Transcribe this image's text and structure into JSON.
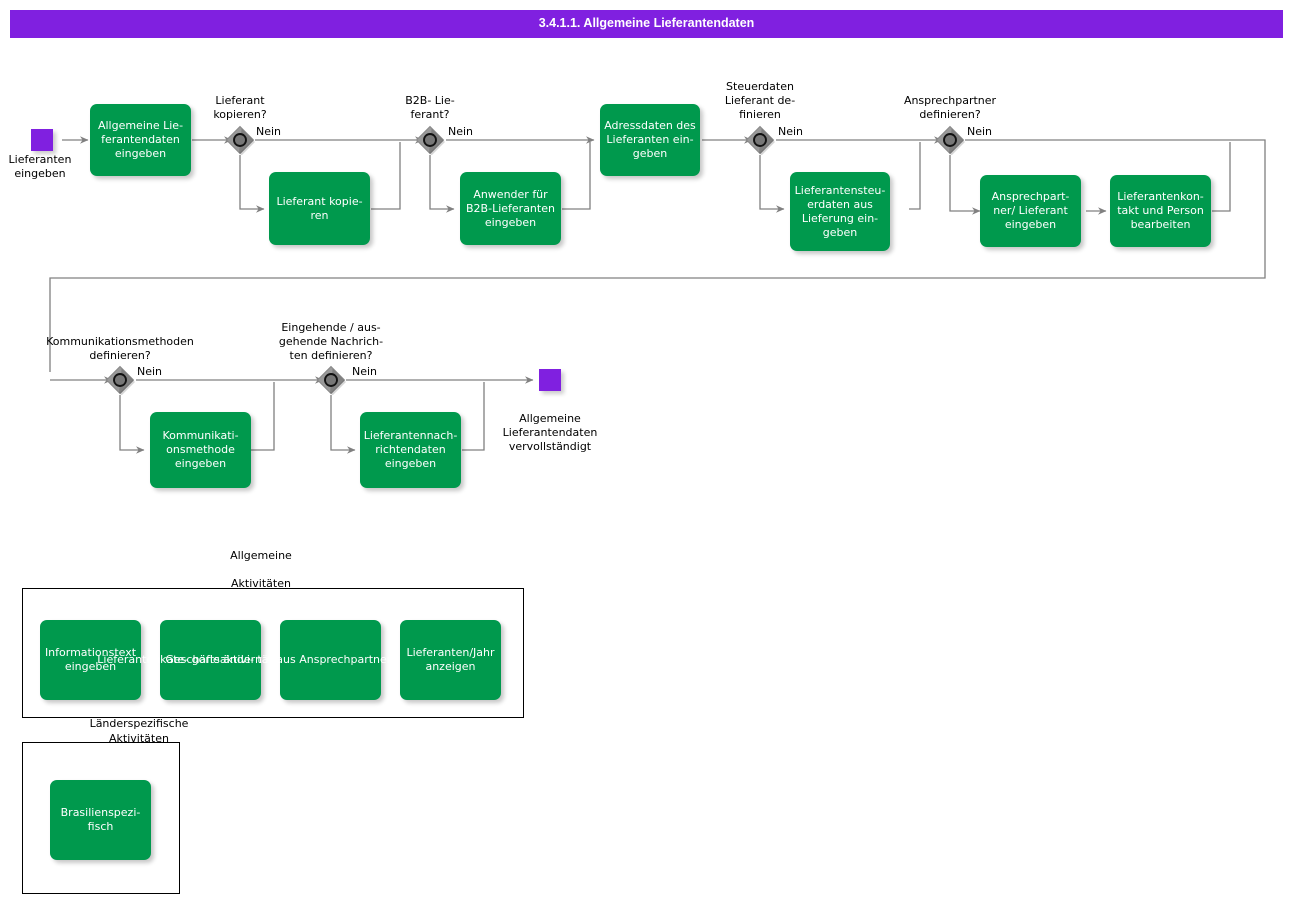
{
  "title": "3.4.1.1. Allgemeine Lieferantendaten",
  "colors": {
    "header": "#8020e0",
    "task": "#00994d",
    "event": "#8020e0",
    "gateway_fill": "#999999",
    "gateway_stroke": "#666666",
    "connector": "#808080",
    "text_dark": "#000000",
    "text_light": "#ffffff"
  },
  "events": {
    "start": {
      "label": "Lieferanten\neingeben"
    },
    "end": {
      "label": "Allgemeine\nLieferantendaten\nvervollständigt"
    }
  },
  "gateways": [
    {
      "id": "gw1",
      "label": "Lieferant\nkopieren?",
      "edge_label": "Nein"
    },
    {
      "id": "gw2",
      "label": "B2B- Lie-\nferant?",
      "edge_label": "Nein"
    },
    {
      "id": "gw3",
      "label": "Steuerdaten\nLieferant de-\nfinieren",
      "edge_label": "Nein"
    },
    {
      "id": "gw4",
      "label": "Ansprechpartner\ndefinieren?",
      "edge_label": "Nein"
    },
    {
      "id": "gw5",
      "label": "Kommunikationsmethoden\ndefinieren?",
      "edge_label": "Nein"
    },
    {
      "id": "gw6",
      "label": "Eingehende / aus-\ngehende Nachrich-\nten definieren?",
      "edge_label": "Nein"
    }
  ],
  "tasks": [
    {
      "id": "t1",
      "label": "Allgemeine Lie-\nferantendaten\neingeben"
    },
    {
      "id": "t2",
      "label": "Lieferant kopie-\nren"
    },
    {
      "id": "t3",
      "label": "Anwender für\nB2B-Lieferanten\neingeben"
    },
    {
      "id": "t4",
      "label": "Adressdaten des\nLieferanten ein-\ngeben"
    },
    {
      "id": "t5",
      "label": "Lieferantensteu-\nerdaten  aus\nLieferung  ein-\ngeben"
    },
    {
      "id": "t6",
      "label": "Ansprechpart-\nner/ Lieferant\neingeben"
    },
    {
      "id": "t7",
      "label": "Lieferantenkon-\ntakt und Person\nbearbeiten"
    },
    {
      "id": "t8",
      "label": "Kommunikati-\nonsmethode\neingeben"
    },
    {
      "id": "t9",
      "label": "Lieferantennach-\nrichtendaten\neingeben"
    }
  ],
  "groups": [
    {
      "id": "g1",
      "label": "Allgemeine\n\nAktivitäten",
      "label_line1": "Allgemeine",
      "label_line2": "Aktivitäten",
      "tasks": [
        {
          "id": "g1t1",
          "label": "Informationstext\neingeben",
          "overflow": false
        },
        {
          "id": "g1t2",
          "label": "Lieferantenkate-\ngorie   ändern An-\nzeigen",
          "overflow": true
        },
        {
          "id": "g1t3",
          "label": "Geschäftsaktivi-\ntät  aus\nAnsprechpartner/Lieferant\nerstellen",
          "overflow": true
        },
        {
          "id": "g1t4",
          "label": "Lieferanten/Jahr\nanzeigen",
          "overflow": false
        }
      ]
    },
    {
      "id": "g2",
      "label_line1": "Länderspezifische",
      "label_line2": "Aktivitäten",
      "tasks": [
        {
          "id": "g2t1",
          "label": "Brasilienspezi-\nfisch",
          "overflow": false
        }
      ]
    }
  ]
}
